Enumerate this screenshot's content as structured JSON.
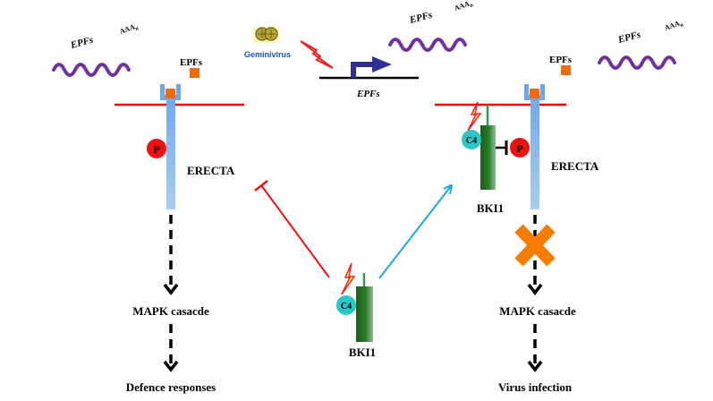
{
  "labels": {
    "epfs_mrna": "EPFs",
    "polya": "AAA",
    "polya_sub": "n",
    "epfs_ligand": "EPFs",
    "geminivirus": "Geminivirus",
    "epfs_gene": "EPFs",
    "erecta": "ERECTA",
    "phospho": "P",
    "c4": "C4",
    "bki1": "BKI1",
    "mapk": "MAPK casacde",
    "defence": "Defence responses",
    "virus_infection": "Virus infection"
  },
  "colors": {
    "membrane": "#ff0000",
    "receptor": "#7fb2e8",
    "ligand": "#f26a10",
    "mrna": "#7030a0",
    "promoter_arrow": "#2e3192",
    "phospho": "#ee1111",
    "c4": "#2bc6c6",
    "bki1": "#1f6b1f",
    "inhibit": "#ee1111",
    "activate": "#1ca8e0",
    "block_cross": "#f57c00",
    "geminivirus_label": "#1f4fb5"
  }
}
